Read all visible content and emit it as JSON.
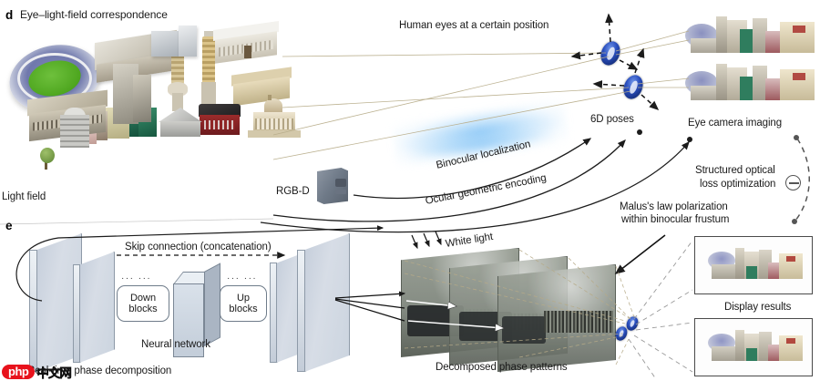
{
  "figure": {
    "panels": [
      {
        "letter": "d",
        "title": "Eye–light-field correspondence"
      },
      {
        "letter": "e",
        "title": "Real-time phase decomposition"
      }
    ]
  },
  "panel_d": {
    "letter": "d",
    "title": "Eye–light-field correspondence",
    "labels": {
      "light_field": "Light field",
      "rgbd": "RGB-D",
      "human_eyes": "Human eyes at a certain position",
      "poses_6d": "6D poses",
      "eye_camera_imaging": "Eye camera imaging",
      "binocular_localization": "Binocular localization",
      "ocular_geometric_encoding": "Ocular geometric encoding",
      "structured_optical_loss_line1": "Structured optical",
      "structured_optical_loss_line2": "loss optimization",
      "malus_line1": "Malus's law polarization",
      "malus_line2": "within binocular frustum"
    },
    "icons": {
      "eye": "eye-icon",
      "feedback": "minus-circle-icon"
    }
  },
  "panel_e": {
    "letter": "e",
    "title": "Real-time phase decomposition",
    "labels": {
      "skip_connection": "Skip connection (concatenation)",
      "down_blocks_line1": "Down",
      "down_blocks_line2": "blocks",
      "up_blocks_line1": "Up",
      "up_blocks_line2": "blocks",
      "neural_network": "Neural network",
      "white_light": "White light",
      "decomposed_phase_patterns": "Decomposed phase patterns",
      "display_results": "Display results",
      "ellipsis": "··· ···"
    }
  },
  "watermark": {
    "badge": "php",
    "text": "中文网"
  },
  "colors": {
    "eye_blue": "#2a4fbf",
    "stadium_field_green": "#4ea61f",
    "stadium_roof": "#6f78ac",
    "glow_blue": "#78bef5",
    "slab_fill": "#cfd8e3",
    "slab_stroke": "#8e9aa8",
    "phase_plane": "#868d84",
    "watermark_red": "#e8121c",
    "text": "#1a1a1a",
    "line": "#2b2b2b",
    "thin_ray": "#b4ac8c"
  }
}
